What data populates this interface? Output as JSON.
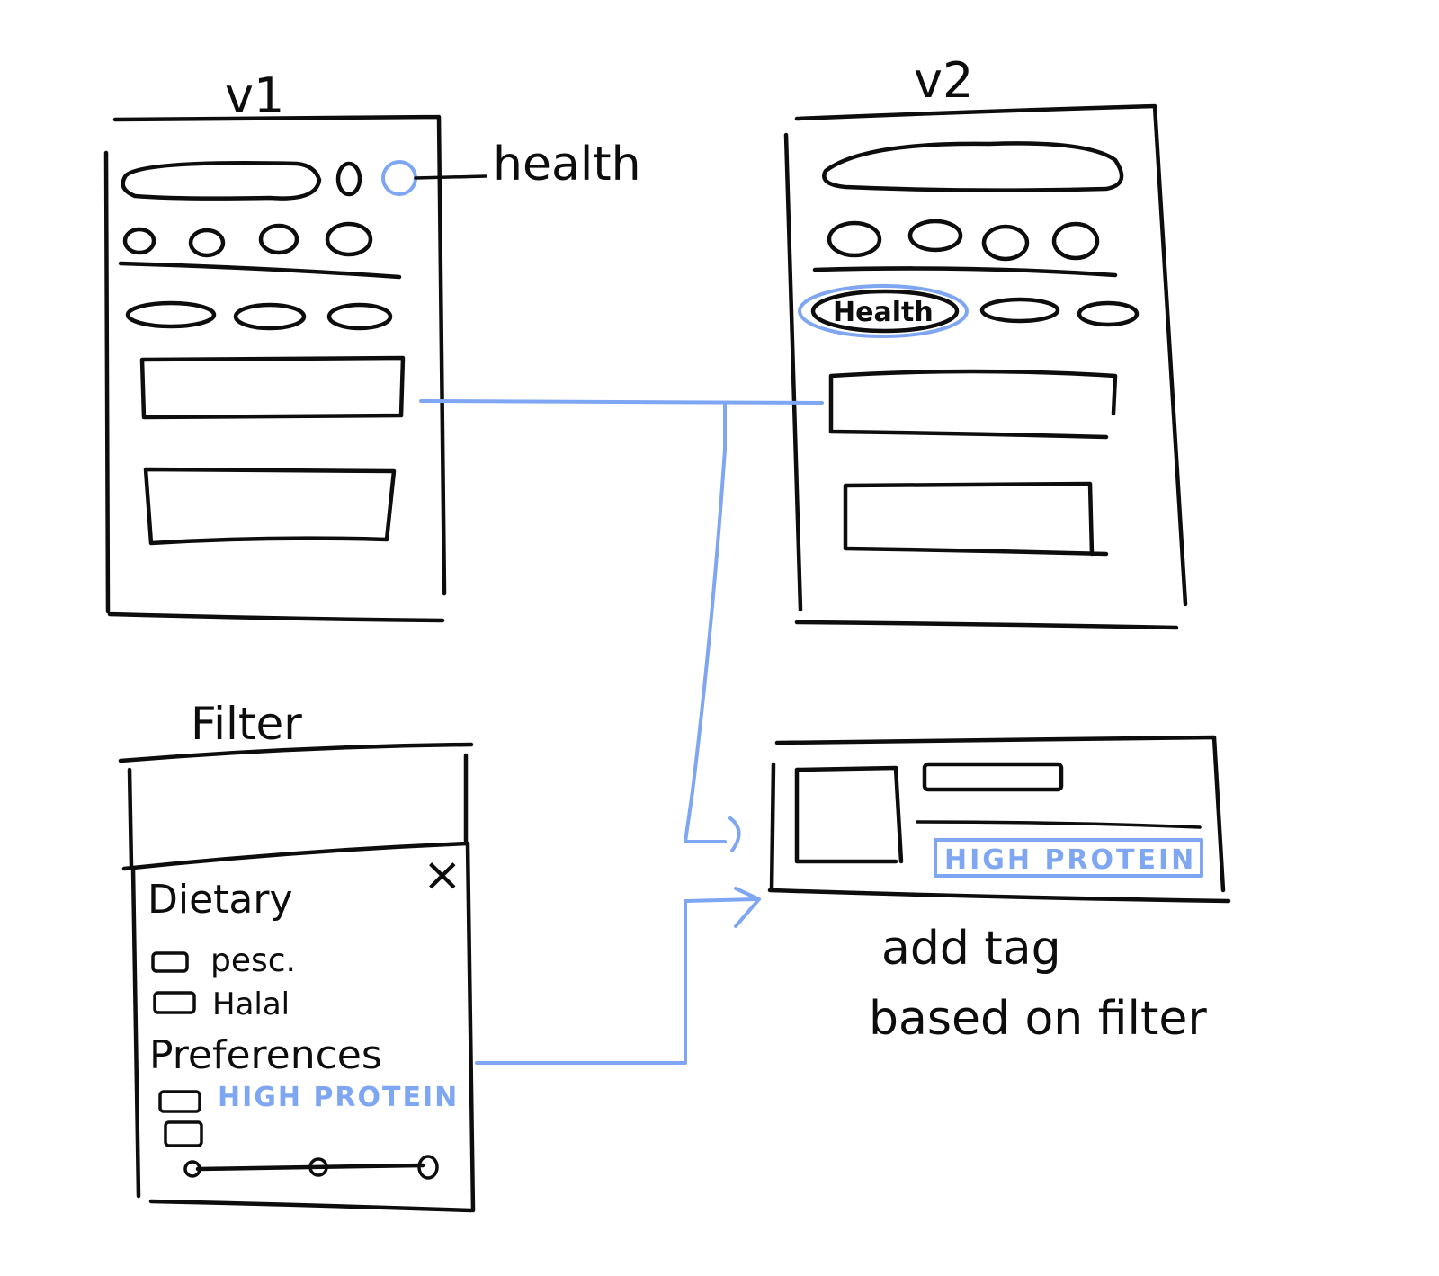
{
  "colors": {
    "ink": "#0d0d0d",
    "highlight": "#7ea6f2",
    "background": "#ffffff"
  },
  "v1": {
    "title": "v1",
    "annotation": "health"
  },
  "v2": {
    "title": "v2",
    "chip_label": "Health"
  },
  "filter": {
    "title": "Filter",
    "close_symbol": "×",
    "section_dietary": "Dietary",
    "options_dietary": [
      "pesc.",
      "Halal"
    ],
    "section_preferences": "Preferences",
    "option_preference": "HIGH PROTEIN"
  },
  "card": {
    "tag_label": "HIGH PROTEIN"
  },
  "note": {
    "line1": "add tag",
    "line2": "based on filter"
  }
}
